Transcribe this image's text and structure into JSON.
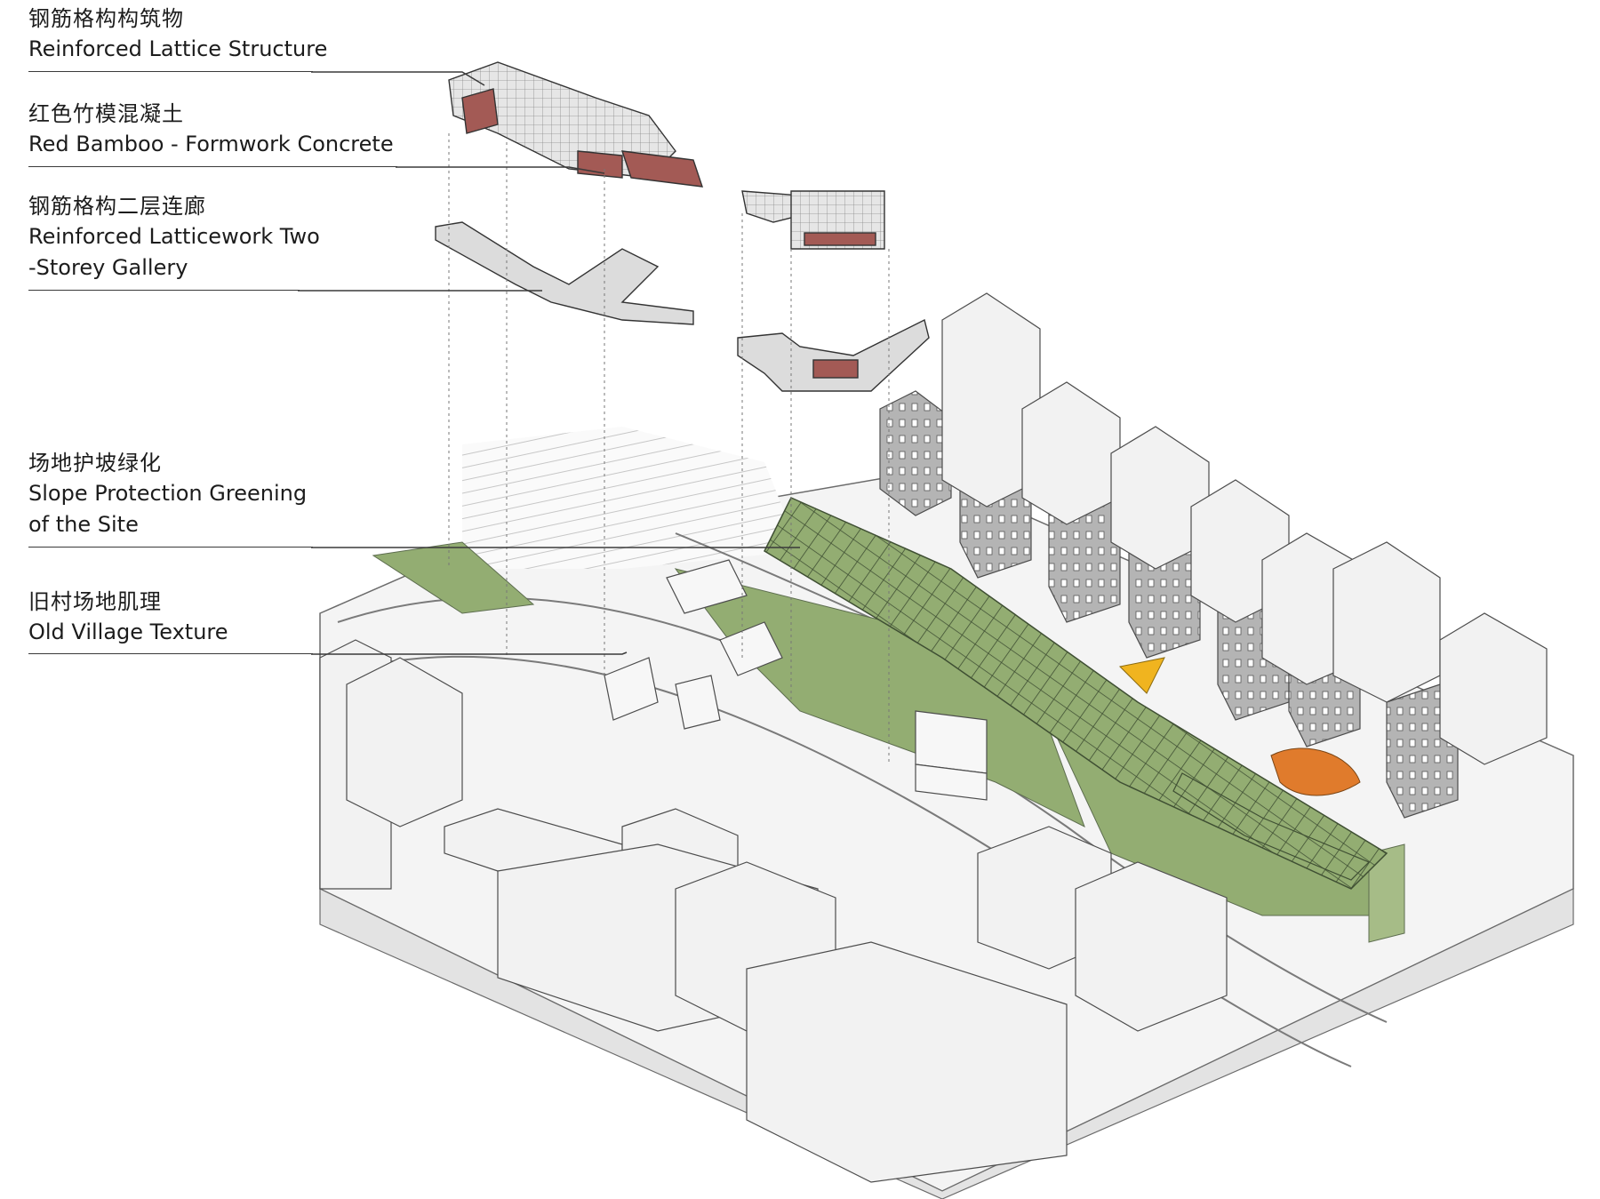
{
  "labels": [
    {
      "zh": "钢筋格构构筑物",
      "en": [
        "Reinforced Lattice Structure"
      ]
    },
    {
      "zh": "红色竹模混凝土",
      "en": [
        "Red Bamboo - Formwork Concrete"
      ]
    },
    {
      "zh": "钢筋格构二层连廊",
      "en": [
        "Reinforced Latticework Two",
        "-Storey Gallery"
      ]
    },
    {
      "zh": "场地护坡绿化",
      "en": [
        "Slope Protection Greening",
        "of the Site"
      ]
    },
    {
      "zh": "旧村场地肌理",
      "en": [
        "Old Village Texture"
      ]
    }
  ],
  "colors": {
    "green": "#93ad72",
    "red_concrete": "#a35a55",
    "orange": "#e07b2c",
    "yellow": "#f0b41f",
    "massing": "#f2f2f2",
    "line": "#555555"
  },
  "icons": [
    "leader-line",
    "building-massing",
    "lattice-structure",
    "gallery-slab"
  ]
}
